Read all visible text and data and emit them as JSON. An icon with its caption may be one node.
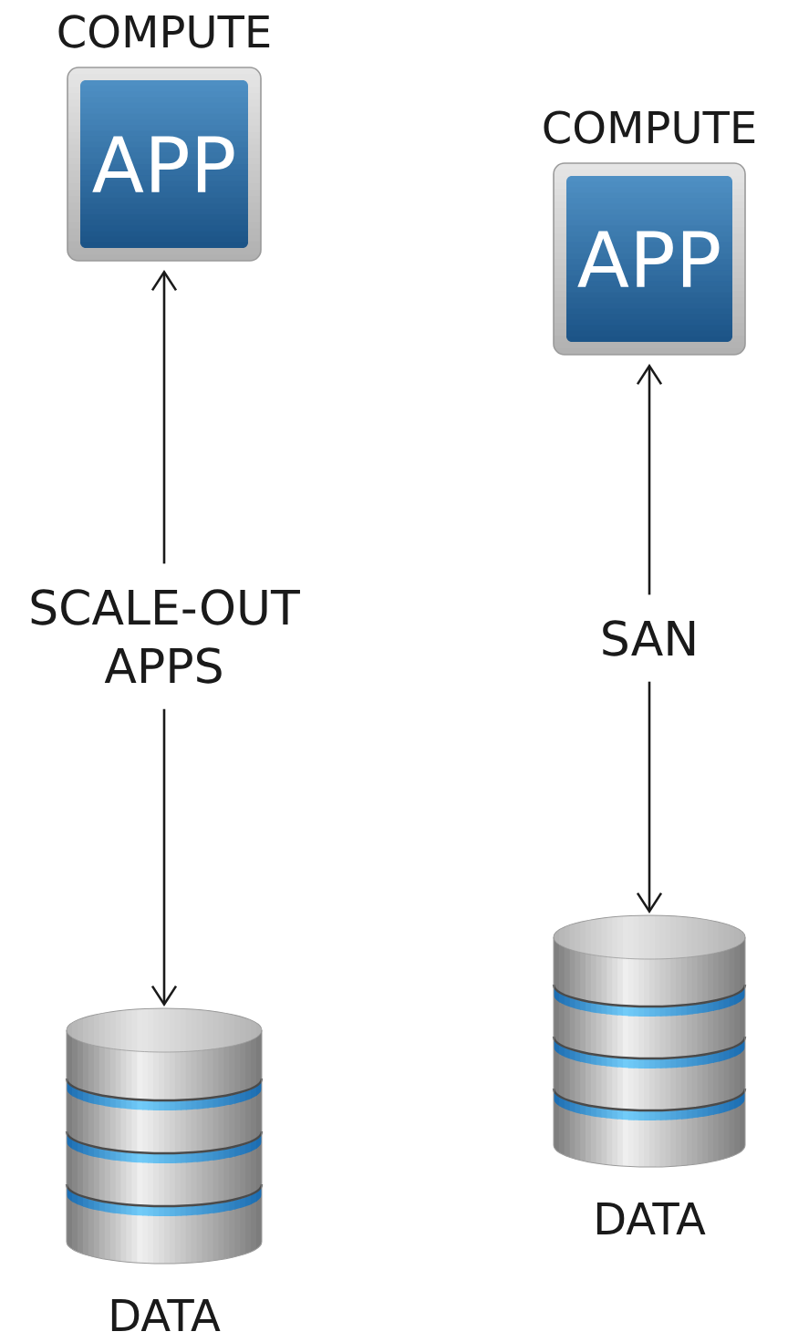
{
  "diagram": {
    "nodes": [
      {
        "text": [
          "COMPUTE",
          "APP"
        ]
      },
      {
        "text": [
          "SCALE-OUT APPS"
        ]
      },
      {
        "text": [
          "DATA"
        ]
      },
      {
        "text": [
          "COMPUTE",
          "APP"
        ]
      },
      {
        "text": [
          "SAN"
        ]
      },
      {
        "text": [
          "DATA"
        ]
      }
    ],
    "edges": [
      {
        "from": 1,
        "to": 0,
        "arrow": "to"
      },
      {
        "from": 1,
        "to": 2,
        "arrow": "to"
      },
      {
        "from": 4,
        "to": 3,
        "arrow": "to"
      },
      {
        "from": 4,
        "to": 5,
        "arrow": "to"
      }
    ]
  }
}
